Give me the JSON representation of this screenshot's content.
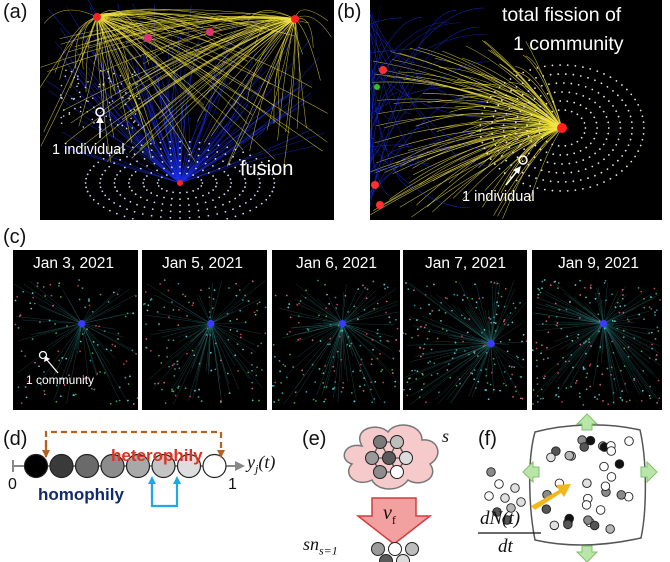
{
  "labels": {
    "a": "(a)",
    "b": "(b)",
    "c": "(c)",
    "d": "(d)",
    "e": "(e)",
    "f": "(f)"
  },
  "panel_a": {
    "individual": "1 individual",
    "fusion": "fusion"
  },
  "panel_b": {
    "title_line1": "total fission of",
    "title_line2": "1 community",
    "individual": "1 individual"
  },
  "panel_c": {
    "dates": [
      "Jan 3, 2021",
      "Jan 5, 2021",
      "Jan 6, 2021",
      "Jan 7, 2021",
      "Jan 9, 2021"
    ],
    "community": "1 community"
  },
  "panel_d": {
    "heterophily": "heterophily",
    "homophily": "homophily",
    "axis_var": "y",
    "axis_sub": "j",
    "axis_arg": "(t)",
    "zero": "0",
    "one": "1",
    "shades": [
      "#000000",
      "#3a3a3a",
      "#6a6a6a",
      "#8c8c8c",
      "#a8a8a8",
      "#c4c4c4",
      "#dedede",
      "#ffffff"
    ]
  },
  "panel_e": {
    "s": "s",
    "nu": "ν",
    "nu_sub": "f",
    "sn": "sn",
    "sn_sub": "s=1"
  },
  "panel_f": {
    "numerator": "dN(t)",
    "denominator": "dt"
  },
  "colors": {
    "hetero": "#e0301e",
    "homo": "#102a6b",
    "brown": "#b8601e",
    "cyan": "#1ea9e6",
    "yellow": "#f5e642",
    "blue": "#1a2ee6",
    "gold": "#f2b71b",
    "green": "#9bd88d"
  }
}
